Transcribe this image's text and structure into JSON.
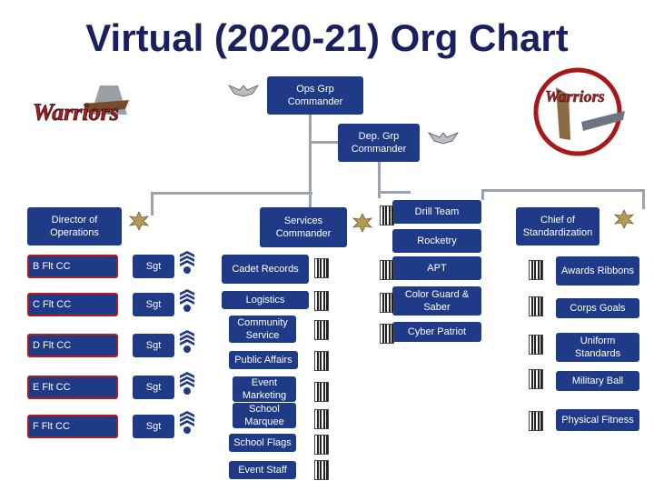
{
  "title": "Virtual (2020-21) Org Chart",
  "colors": {
    "box": "#1f3a87",
    "border_red": "#b31b1b",
    "title": "#1a1f5e"
  },
  "logos": {
    "left_text": "Warriors",
    "right_text": "Warriors"
  },
  "top": {
    "commander": "Ops Grp Commander",
    "deputy": "Dep. Grp Commander"
  },
  "ops": {
    "director": "Director of Operations",
    "flights": [
      "B Flt CC",
      "C Flt CC",
      "D Flt CC",
      "E Flt CC",
      "F Flt CC"
    ],
    "sgt_label": "Sgt"
  },
  "services": {
    "commander": "Services Commander",
    "items": [
      "Cadet Records",
      "Logistics",
      "Community Service",
      "Public Affairs",
      "Event Marketing",
      "School Marquee",
      "School Flags",
      "Event Staff"
    ]
  },
  "activities": {
    "items": [
      "Drill Team",
      "Rocketry",
      "APT",
      "Color Guard & Saber",
      "Cyber Patriot"
    ]
  },
  "standards": {
    "chief": "Chief of Standardization",
    "items": [
      "Awards Ribbons",
      "Corps Goals",
      "Uniform Standards",
      "Military Ball",
      "Physical Fitness"
    ]
  }
}
